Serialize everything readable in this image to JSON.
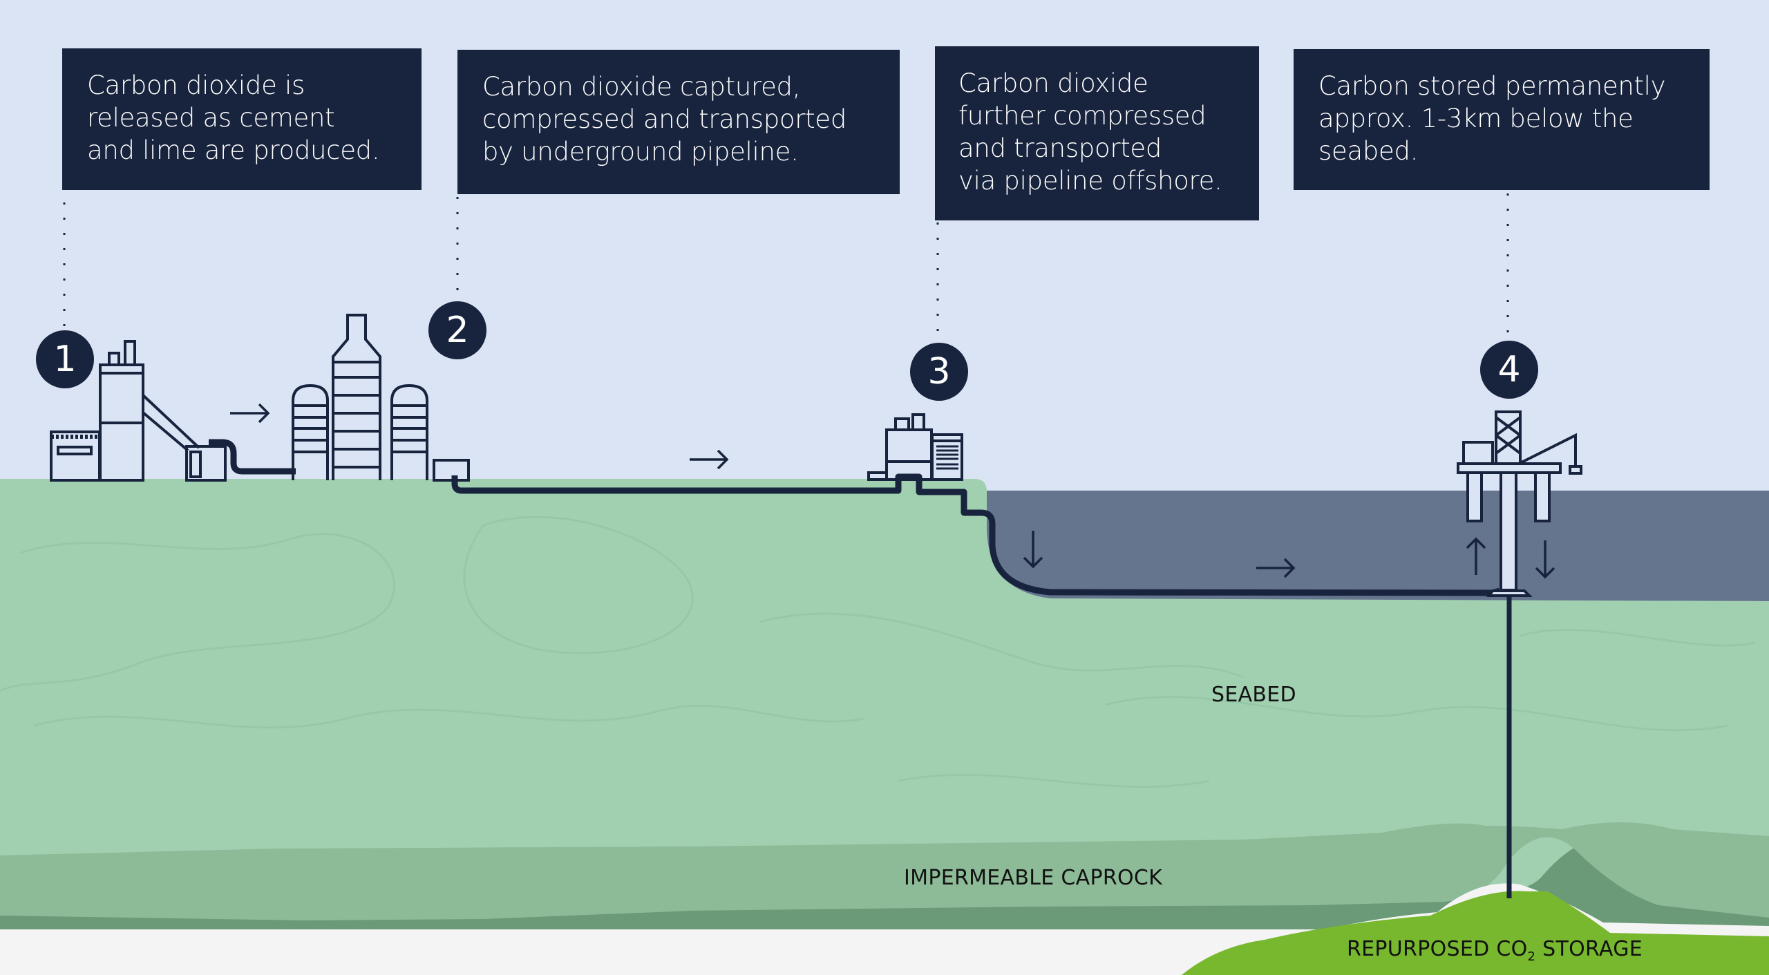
{
  "diagram": {
    "title": "Carbon capture and offshore storage process",
    "colors": {
      "sky": "#dbe4f5",
      "box": "#18233d",
      "land": "#a1d0b1",
      "caprock": "#8dbb98",
      "caprock_edge": "#6a9a78",
      "sea": "#66758e",
      "storage": "#78b82f",
      "bedrock": "#f4f4f4",
      "ink": "#18233d"
    },
    "steps": [
      {
        "number": "1",
        "text": "Carbon dioxide is\nreleased as cement\nand lime are produced."
      },
      {
        "number": "2",
        "text": "Carbon dioxide captured,\ncompressed and transported\nby underground pipeline."
      },
      {
        "number": "3",
        "text": "Carbon dioxide\nfurther compressed\nand transported\nvia pipeline offshore."
      },
      {
        "number": "4",
        "text": "Carbon stored permanently\napprox. 1-3km below the\nseabed."
      }
    ],
    "layers": {
      "seabed": "SEABED",
      "caprock": "IMPERMEABLE CAPROCK",
      "storage_prefix": "REPURPOSED CO",
      "storage_sub": "2",
      "storage_suffix": " STORAGE"
    },
    "icons": [
      "cement-plant-icon",
      "capture-plant-icon",
      "compressor-station-icon",
      "offshore-platform-icon",
      "arrow-right-icon",
      "arrow-down-icon",
      "arrow-up-icon"
    ]
  }
}
